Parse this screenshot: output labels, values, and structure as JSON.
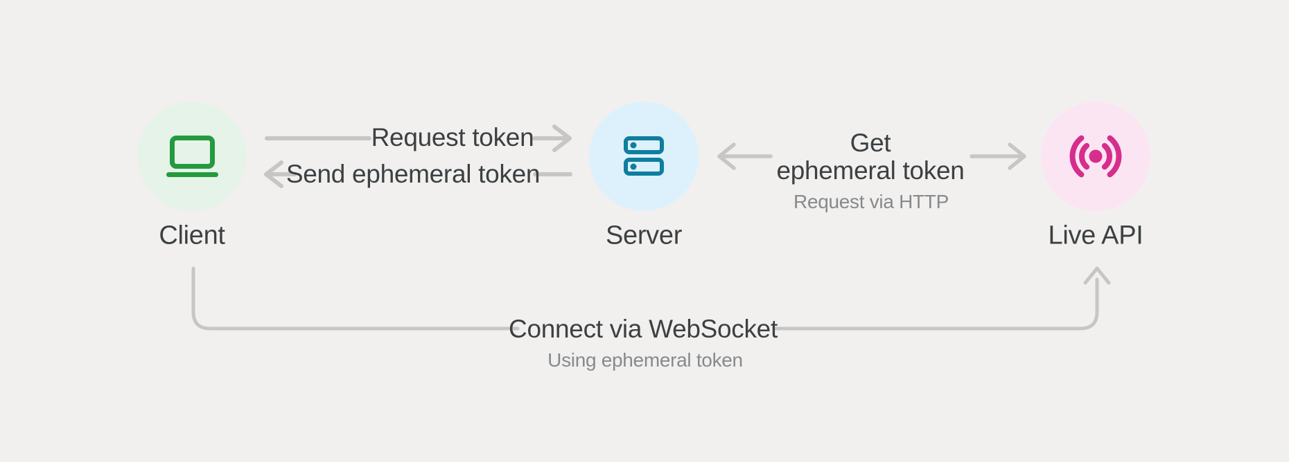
{
  "colors": {
    "background": "#f1f0ee",
    "connector": "#c7c6c4",
    "text_primary": "#3c4043",
    "text_secondary": "#87898d",
    "client_green": "#249a40",
    "client_circle_bg": "#e6f3e8",
    "server_blue": "#0f7e9f",
    "server_circle_bg": "#ddf1fc",
    "live_api_pink": "#d62e8d",
    "live_api_circle_bg": "#fce5f3"
  },
  "nodes": {
    "client": {
      "label": "Client",
      "icon": "laptop-icon"
    },
    "server": {
      "label": "Server",
      "icon": "server-rack-icon"
    },
    "live_api": {
      "label": "Live API",
      "icon": "live-broadcast-icon"
    }
  },
  "edges": {
    "request_token": {
      "label": "Request token",
      "direction": "client-to-server"
    },
    "send_ephemeral_token": {
      "label": "Send ephemeral token",
      "direction": "server-to-client"
    },
    "get_ephemeral_token": {
      "label_line1": "Get",
      "label_line2": "ephemeral token",
      "sublabel": "Request via HTTP",
      "arrows": [
        "toward-server",
        "toward-live-api"
      ]
    },
    "connect_websocket": {
      "label": "Connect via WebSocket",
      "sublabel": "Using ephemeral token",
      "direction": "client-to-live-api"
    }
  }
}
